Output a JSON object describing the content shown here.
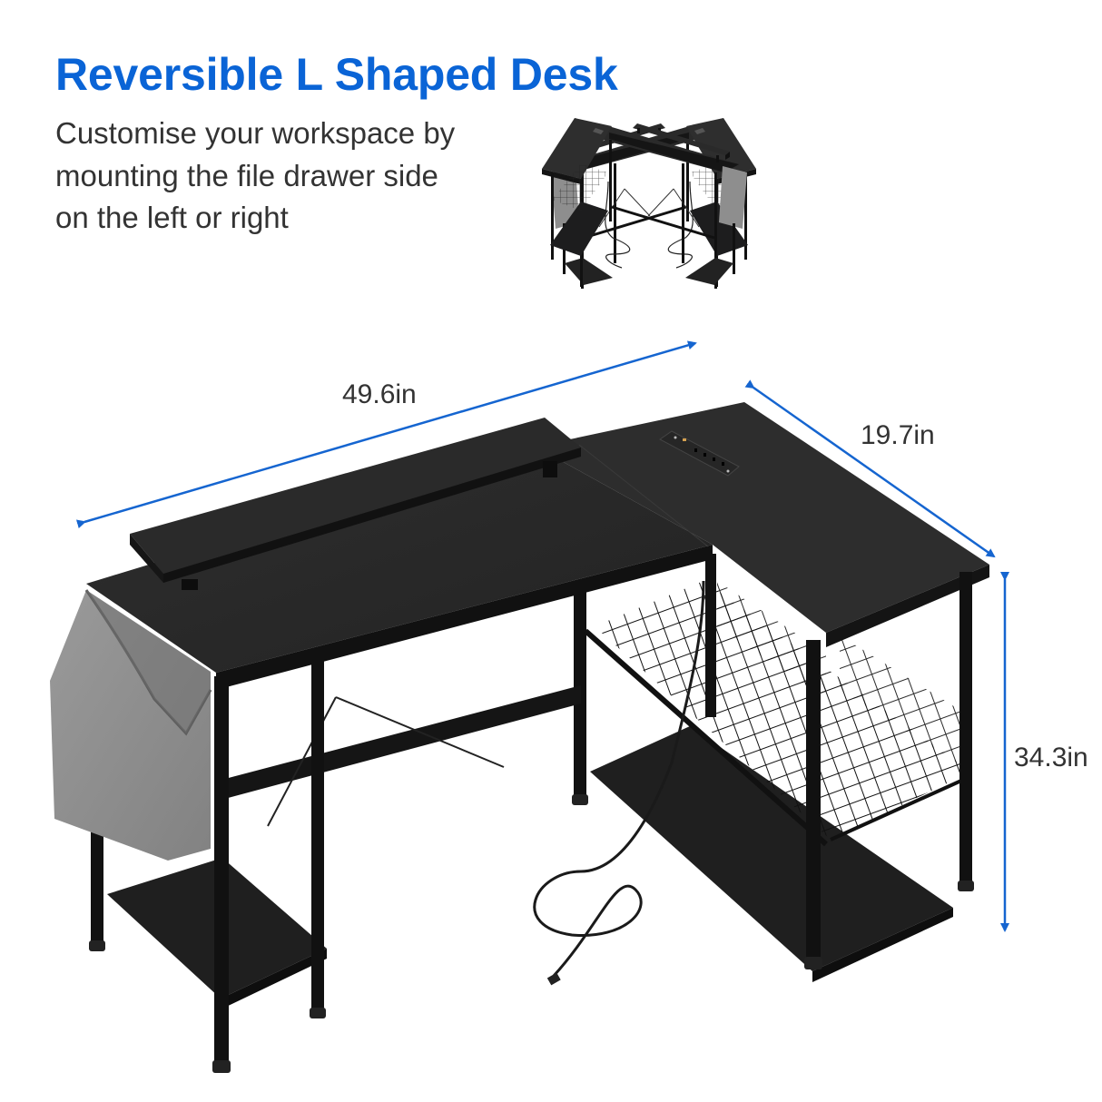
{
  "header": {
    "title": "Reversible L Shaped Desk",
    "subtitle_lines": [
      "Customise your workspace by",
      "mounting the file drawer side",
      "on the left or right"
    ]
  },
  "variants": [
    {
      "label": "left-configuration",
      "pocket_side": "left"
    },
    {
      "label": "right-configuration",
      "pocket_side": "right"
    }
  ],
  "dimensions": {
    "width": "49.6in",
    "depth": "19.7in",
    "height": "34.3in"
  },
  "colors": {
    "title": "#0a64d6",
    "arrow": "#1565d0",
    "text": "#333333",
    "desk_top": "#2b2b2b",
    "frame": "#111111",
    "felt": "#8c8c8c"
  }
}
